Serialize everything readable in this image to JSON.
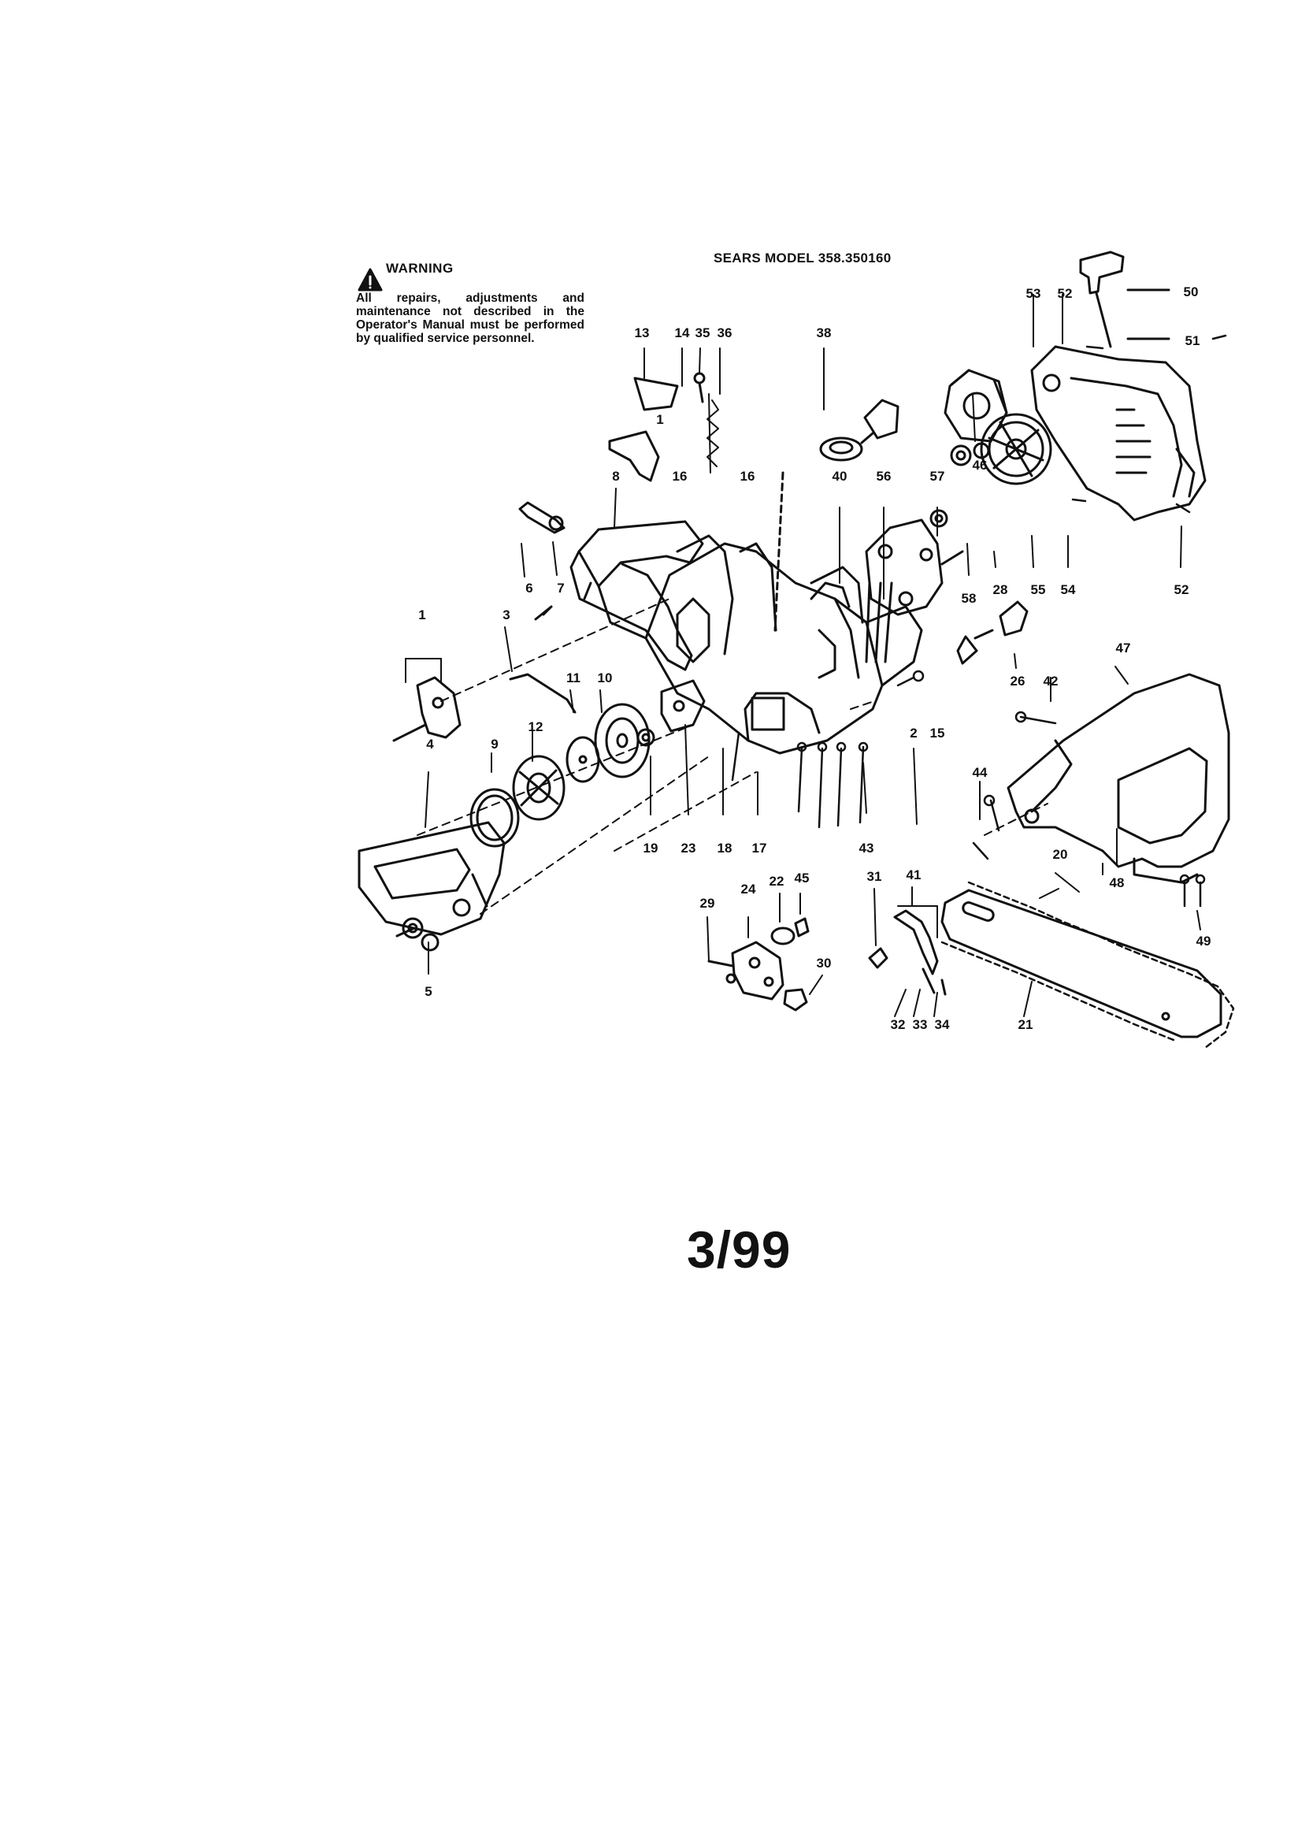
{
  "warning": {
    "title": "WARNING",
    "text": "All repairs, adjustments and maintenance not described in the Operator's Manual must be performed by qualified service personnel."
  },
  "model_title": "SEARS MODEL 358.350160",
  "page_number": "3/99",
  "callouts": [
    "13",
    "14",
    "35",
    "36",
    "38",
    "53",
    "52",
    "50",
    "51",
    "1",
    "8",
    "16",
    "16",
    "40",
    "56",
    "57",
    "46",
    "6",
    "7",
    "58",
    "28",
    "55",
    "54",
    "52",
    "1",
    "3",
    "11",
    "10",
    "12",
    "47",
    "26",
    "42",
    "2",
    "15",
    "4",
    "9",
    "44",
    "19",
    "23",
    "18",
    "17",
    "43",
    "20",
    "48",
    "24",
    "22",
    "45",
    "29",
    "31",
    "41",
    "30",
    "49",
    "5",
    "32",
    "33",
    "34",
    "21"
  ]
}
